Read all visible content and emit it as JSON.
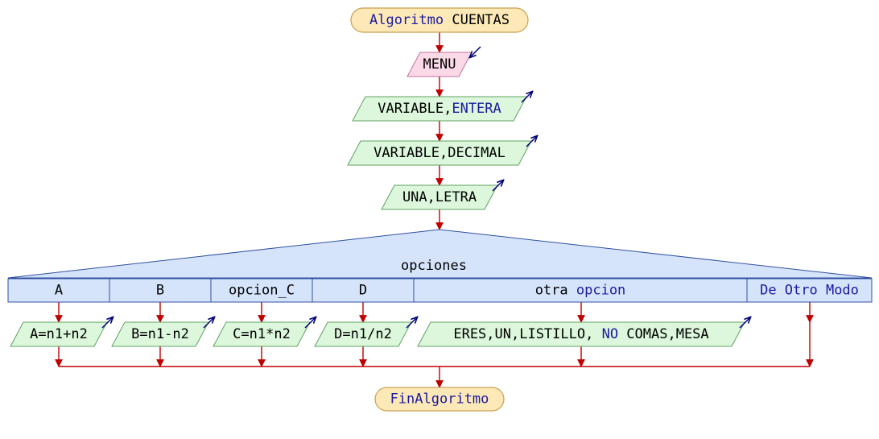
{
  "flowchart": {
    "start": {
      "keyword": "Algoritmo",
      "name": "CUENTAS"
    },
    "steps": [
      {
        "type": "output",
        "parts": [
          {
            "text": "MENU",
            "kw": false
          }
        ]
      },
      {
        "type": "input",
        "parts": [
          {
            "text": "VARIABLE,",
            "kw": false
          },
          {
            "text": "ENTERA",
            "kw": true
          }
        ]
      },
      {
        "type": "input",
        "parts": [
          {
            "text": "VARIABLE,DECIMAL",
            "kw": false
          }
        ]
      },
      {
        "type": "input",
        "parts": [
          {
            "text": "UNA,LETRA",
            "kw": false
          }
        ]
      }
    ],
    "switch": {
      "variable": "opciones",
      "cases": [
        {
          "label_parts": [
            {
              "text": "A",
              "kw": false
            }
          ],
          "action": "A=n1+n2"
        },
        {
          "label_parts": [
            {
              "text": "B",
              "kw": false
            }
          ],
          "action": "B=n1-n2"
        },
        {
          "label_parts": [
            {
              "text": "opcion_C",
              "kw": false
            }
          ],
          "action": "C=n1*n2"
        },
        {
          "label_parts": [
            {
              "text": "D",
              "kw": false
            }
          ],
          "action": "D=n1/n2"
        },
        {
          "label_parts": [
            {
              "text": "otra ",
              "kw": false
            },
            {
              "text": "opcion",
              "kw": true
            }
          ],
          "action_parts": [
            {
              "text": "ERES,UN,LISTILLO, ",
              "kw": false
            },
            {
              "text": "NO",
              "kw": true
            },
            {
              "text": " COMAS,MESA",
              "kw": false
            }
          ]
        },
        {
          "label_parts": [
            {
              "text": "De Otro Modo",
              "kw": true
            }
          ],
          "action": ""
        }
      ]
    },
    "end": {
      "keyword": "FinAlgoritmo"
    }
  },
  "colors": {
    "arrow": "#c00000",
    "keyword": "#1a1aa0",
    "text": "#000000",
    "terminal_fill": "#fde9b8",
    "terminal_stroke": "#c8a050",
    "output_fill": "#fcd9e6",
    "output_stroke": "#c070a0",
    "input_fill": "#dcf7dc",
    "input_stroke": "#60a060",
    "switch_fill": "#d6e4fb",
    "switch_stroke": "#3050a0",
    "io_marker": "#00007a"
  },
  "icons": {
    "input_marker": "arrow-up-right-icon",
    "output_marker": "arrow-down-left-icon"
  }
}
